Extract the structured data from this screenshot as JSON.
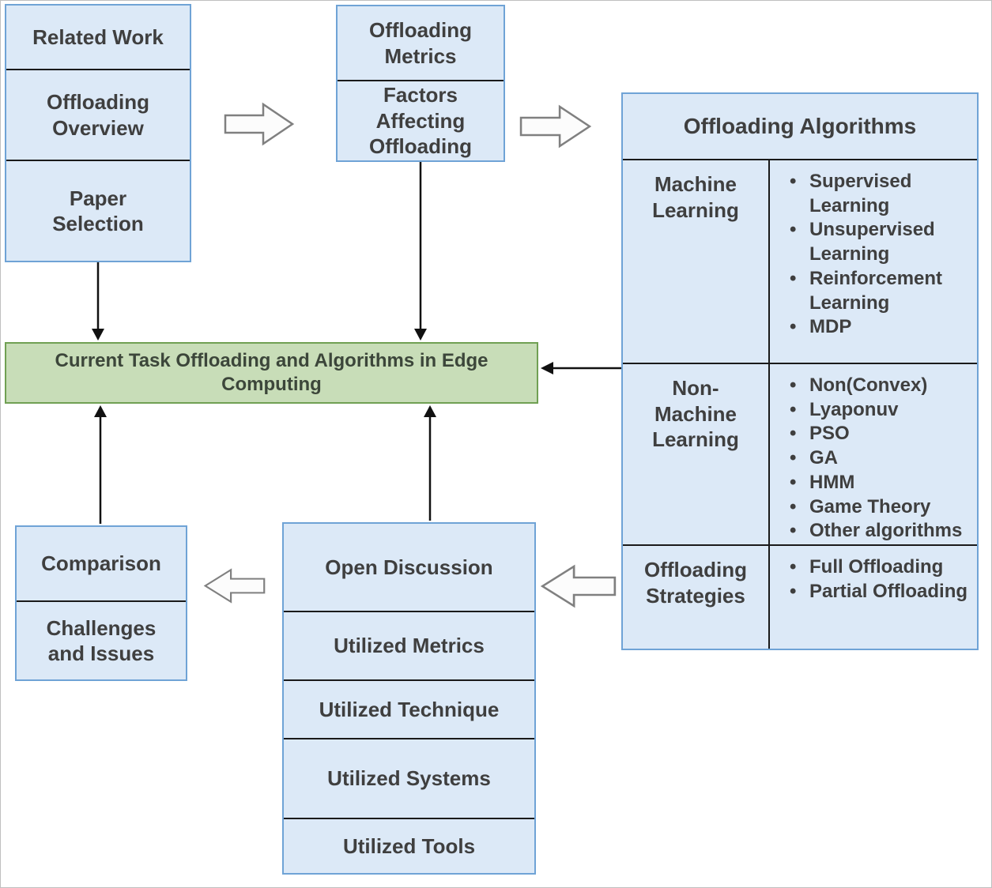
{
  "colors": {
    "box_fill": "#dce9f7",
    "box_border": "#6fa3d6",
    "divider": "#1a1a1a",
    "green_fill": "#c8ddb8",
    "green_border": "#70a053",
    "text": "#3f3f3f",
    "thin_arrow": "#111111",
    "block_arrow_fill": "#fcfcfc",
    "block_arrow_border": "#808080"
  },
  "left_stack": {
    "items": [
      {
        "label": "Related Work"
      },
      {
        "label": "Offloading\nOverview"
      },
      {
        "label": "Paper\nSelection"
      }
    ]
  },
  "metrics_stack": {
    "items": [
      {
        "label": "Offloading\nMetrics"
      },
      {
        "label": "Factors\nAffecting\nOffloading"
      }
    ]
  },
  "algorithms": {
    "title": "Offloading Algorithms",
    "rows": [
      {
        "label": "Machine\nLearning",
        "bullets": [
          "Supervised Learning",
          "Unsupervised Learning",
          "Reinforcement Learning",
          "MDP"
        ]
      },
      {
        "label": "Non-\nMachine\nLearning",
        "bullets": [
          "Non(Convex)",
          "Lyaponuv",
          "PSO",
          "GA",
          "HMM",
          "Game Theory",
          "Other algorithms"
        ]
      },
      {
        "label": "Offloading\nStrategies",
        "bullets": [
          "Full Offloading",
          "Partial Offloading"
        ]
      }
    ]
  },
  "center_box": {
    "label": "Current Task Offloading and  Algorithms in Edge\nComputing"
  },
  "comparison_stack": {
    "items": [
      {
        "label": "Comparison"
      },
      {
        "label": "Challenges\nand Issues"
      }
    ]
  },
  "discussion_stack": {
    "items": [
      {
        "label": "Open Discussion"
      },
      {
        "label": "Utilized Metrics"
      },
      {
        "label": "Utilized Technique"
      },
      {
        "label": "Utilized Systems"
      },
      {
        "label": "Utilized Tools"
      }
    ]
  }
}
